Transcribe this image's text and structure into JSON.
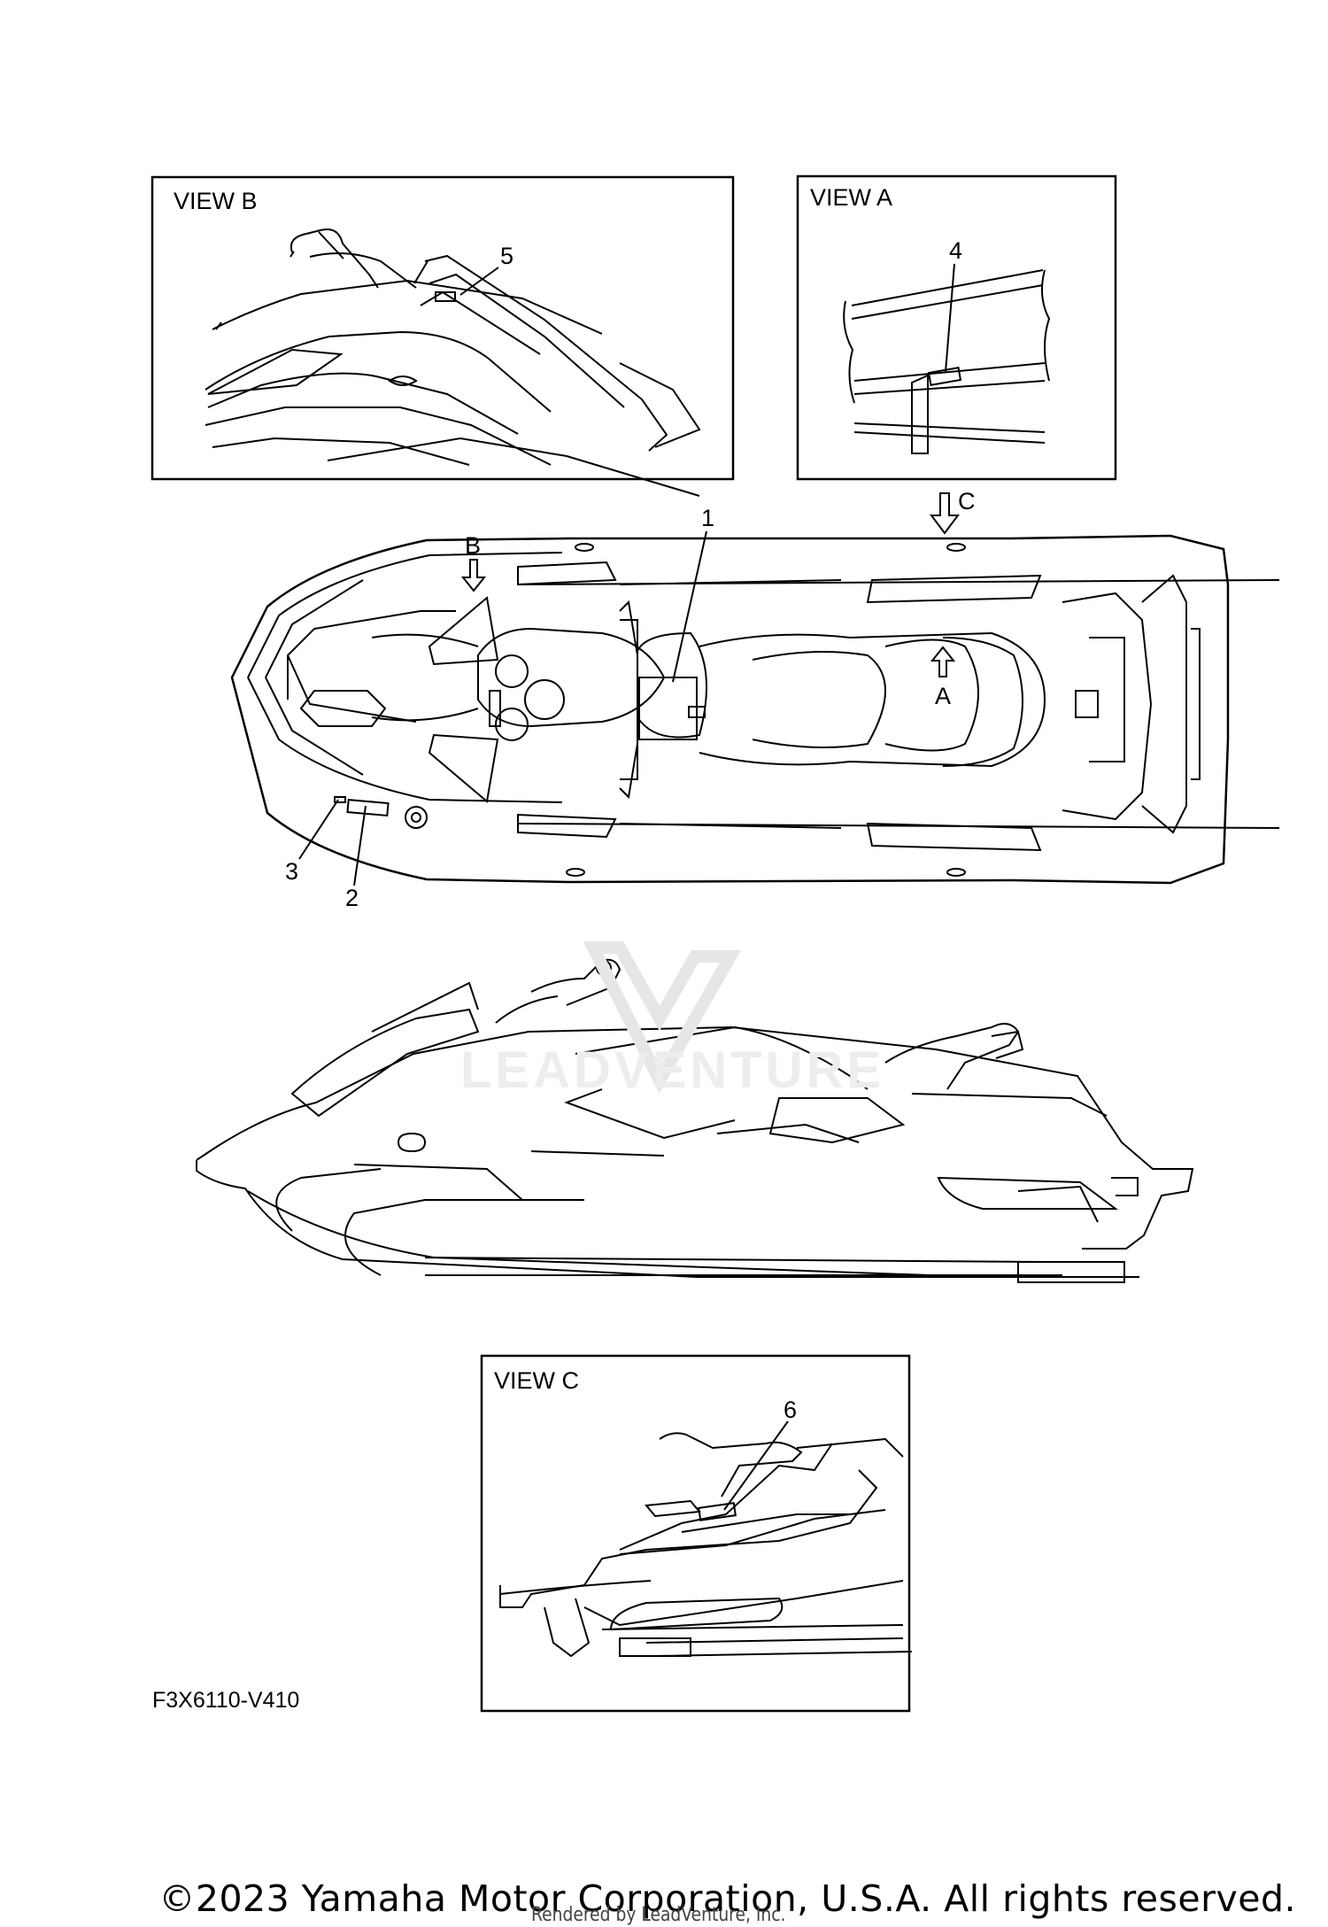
{
  "views": {
    "view_b": "VIEW B",
    "view_a": "VIEW A",
    "view_c": "VIEW C"
  },
  "arrows": {
    "a": "A",
    "b": "B",
    "c": "C"
  },
  "callouts": [
    "1",
    "2",
    "3",
    "4",
    "5",
    "6"
  ],
  "diagram_code": "F3X6110-V410",
  "watermark": "LEADVENTURE",
  "copyright": "©2023 Yamaha Motor Corporation, U.S.A. All rights reserved.",
  "rendered_by": "Rendered by LeadVenture, Inc."
}
